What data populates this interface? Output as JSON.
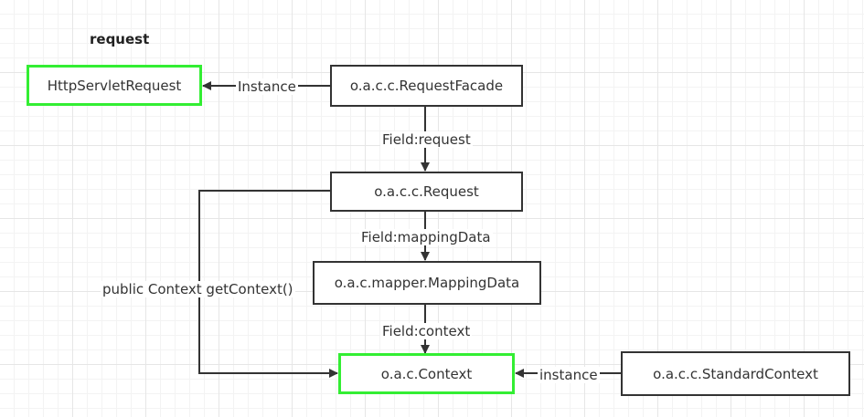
{
  "title": "request",
  "nodes": {
    "http_servlet_request": "HttpServletRequest",
    "request_facade": "o.a.c.c.RequestFacade",
    "request": "o.a.c.c.Request",
    "mapping_data": "o.a.c.mapper.MappingData",
    "context": "o.a.c.Context",
    "standard_context": "o.a.c.c.StandardContext"
  },
  "edges": {
    "facade_to_servlet": "Instance",
    "facade_to_request": "Field:request",
    "request_to_mapping": "Field:mappingData",
    "mapping_to_context": "Field:context",
    "request_to_context": "public Context getContext()",
    "standard_to_context": "instance"
  },
  "colors": {
    "highlight_border": "#33ee33",
    "plain_border": "#333333",
    "line": "#333333"
  }
}
